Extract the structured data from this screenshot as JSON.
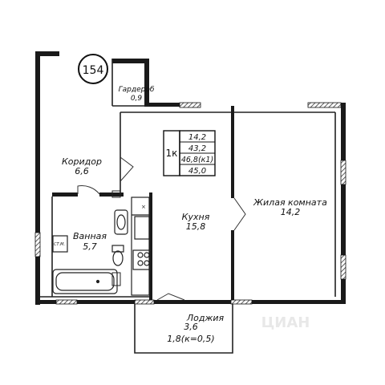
{
  "apartment": {
    "number": "154",
    "type": "1к",
    "areas": [
      "14,2",
      "43,2",
      "46,8(к1)",
      "45,0"
    ]
  },
  "rooms": {
    "wardrobe": {
      "name": "Гардероб",
      "area": "0,9"
    },
    "corridor": {
      "name": "Коридор",
      "area": "6,6"
    },
    "bathroom": {
      "name": "Ванная",
      "area": "5,7"
    },
    "kitchen": {
      "name": "Кухня",
      "area": "15,8"
    },
    "living": {
      "name": "Жилая комната",
      "area": "14,2"
    },
    "loggia": {
      "name": "Лоджия",
      "area": "3,6",
      "reduced": "1,8(к=0,5)"
    }
  },
  "fixtures": {
    "washer_label": "СТ.М."
  },
  "watermark": "ЦИАН",
  "colors": {
    "wall": "#1a1a1a",
    "line": "#222222",
    "hatch": "#555555"
  }
}
